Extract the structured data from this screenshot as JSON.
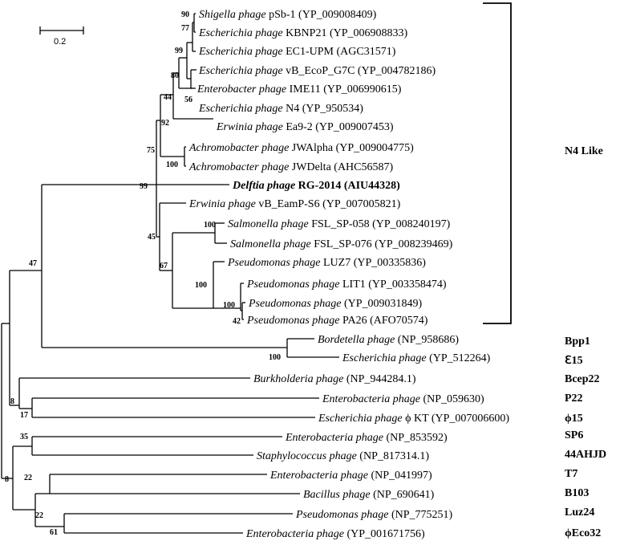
{
  "scale_bar": {
    "label": "0.2"
  },
  "taxa": [
    {
      "species": "Shigella phage",
      "strain": " pSb-1 (YP_009008409)",
      "bold": false
    },
    {
      "species": "Escherichia phage",
      "strain": " KBNP21 (YP_006908833)",
      "bold": false
    },
    {
      "species": "Escherichia phage",
      "strain": " EC1-UPM (AGC31571)",
      "bold": false
    },
    {
      "species": "Escherichia phage",
      "strain": " vB_EcoP_G7C (YP_004782186)",
      "bold": false
    },
    {
      "species": "Enterobacter phage",
      "strain": " IME11 (YP_006990615)",
      "bold": false
    },
    {
      "species": "Escherichia phage",
      "strain": " N4 (YP_950534)",
      "bold": false
    },
    {
      "species": "Erwinia phage",
      "strain": " Ea9-2 (YP_009007453)",
      "bold": false
    },
    {
      "species": "Achromobacter phage",
      "strain": " JWAlpha (YP_009004775)",
      "bold": false
    },
    {
      "species": "Achromobacter phage",
      "strain": " JWDelta (AHC56587)",
      "bold": false
    },
    {
      "species": "Delftia phage",
      "strain": " RG-2014 (AIU44328)",
      "bold": true
    },
    {
      "species": "Erwinia phage",
      "strain": " vB_EamP-S6 (YP_007005821)",
      "bold": false
    },
    {
      "species": "Salmonella phage",
      "strain": " FSL_SP-058 (YP_008240197)",
      "bold": false
    },
    {
      "species": "Salmonella phage",
      "strain": " FSL_SP-076 (YP_008239469)",
      "bold": false
    },
    {
      "species": "Pseudomonas phage",
      "strain": " LUZ7 (YP_00335836)",
      "bold": false
    },
    {
      "species": "Pseudomonas phage",
      "strain": " LIT1 (YP_003358474)",
      "bold": false
    },
    {
      "species": "Pseudomonas phage",
      "strain": " (YP_009031849)",
      "bold": false
    },
    {
      "species": "Pseudomonas phage",
      "strain": "  PA26 (AFO70574)",
      "bold": false
    },
    {
      "species": "Bordetella phage",
      "strain": " (NP_958686)",
      "bold": false
    },
    {
      "species": "Escherichia phage",
      "strain": " (YP_512264)",
      "bold": false
    },
    {
      "species": "Burkholderia phage",
      "strain": " (NP_944284.1)",
      "bold": false
    },
    {
      "species": "Enterobacteria phage",
      "strain": " (NP_059630)",
      "bold": false
    },
    {
      "species": "Escherichia phage",
      "strain": " ϕ KT (YP_007006600)",
      "bold": false
    },
    {
      "species": "Enterobacteria phage",
      "strain": " (NP_853592)",
      "bold": false
    },
    {
      "species": "Staphylococcus phage",
      "strain": " (NP_817314.1)",
      "bold": false
    },
    {
      "species": "Enterobacteria phage",
      "strain": " (NP_041997)",
      "bold": false
    },
    {
      "species": "Bacillus phage",
      "strain": " (NP_690641)",
      "bold": false
    },
    {
      "species": "Pseudomonas phage",
      "strain": " (NP_775251)",
      "bold": false
    },
    {
      "species": "Enterobacteria phage",
      "strain": " (YP_001671756)",
      "bold": false
    }
  ],
  "bootstrap": [
    "90",
    "77",
    "99",
    "80",
    "44",
    "56",
    "92",
    "75",
    "100",
    "99",
    "100",
    "45",
    "67",
    "100",
    "100",
    "42",
    "47",
    "100",
    "8",
    "17",
    "35",
    "8",
    "22",
    "22",
    "61"
  ],
  "groups": [
    "N4 Like",
    "Bpp1",
    "ℇ15",
    "Bcep22",
    "P22",
    "ϕ15",
    "SP6",
    "44AHJD",
    "T7",
    "B103",
    "Luz24",
    "ϕEco32"
  ]
}
